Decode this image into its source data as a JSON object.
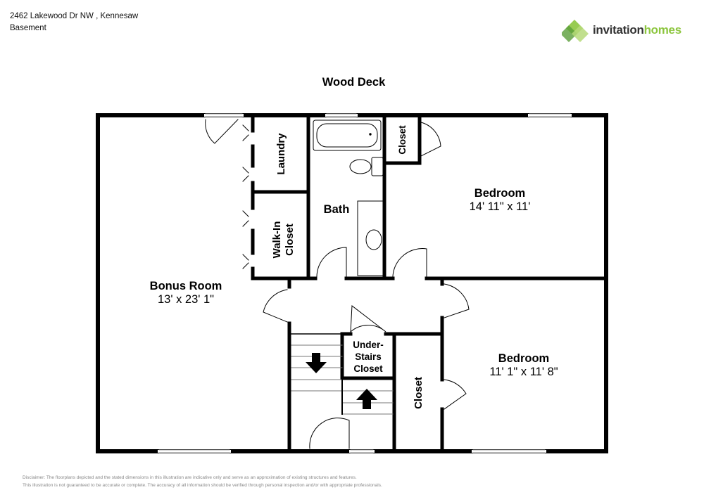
{
  "header": {
    "address": "2462 Lakewood Dr NW , Kennesaw",
    "floor": "Basement"
  },
  "logo": {
    "word1": "invitation",
    "word2": "homes",
    "brand_color": "#8dc63f"
  },
  "exterior_label": "Wood Deck",
  "rooms": {
    "bonus": {
      "name": "Bonus Room",
      "dims": "13' x 23' 1\""
    },
    "bedroom1": {
      "name": "Bedroom",
      "dims": "14' 11\" x 11'"
    },
    "bedroom2": {
      "name": "Bedroom",
      "dims": "11' 1\" x 11' 8\""
    },
    "bath": {
      "name": "Bath"
    },
    "laundry": {
      "name": "Laundry"
    },
    "walkin": {
      "line1": "Walk-In",
      "line2": "Closet"
    },
    "closet_top": {
      "name": "Closet"
    },
    "closet_mid": {
      "name": "Closet"
    },
    "understairs": {
      "line1": "Under-",
      "line2": "Stairs",
      "line3": "Closet"
    }
  },
  "disclaimer": {
    "line1": "Disclaimer: The floorplans depicted and the stated dimensions in this illustration are indicative only and serve as an approximation of existing structures and features.",
    "line2": "This illustration is not guaranteed to be accurate or complete. The accuracy of all information should be verified through personal inspection and/or with appropriate professionals."
  }
}
